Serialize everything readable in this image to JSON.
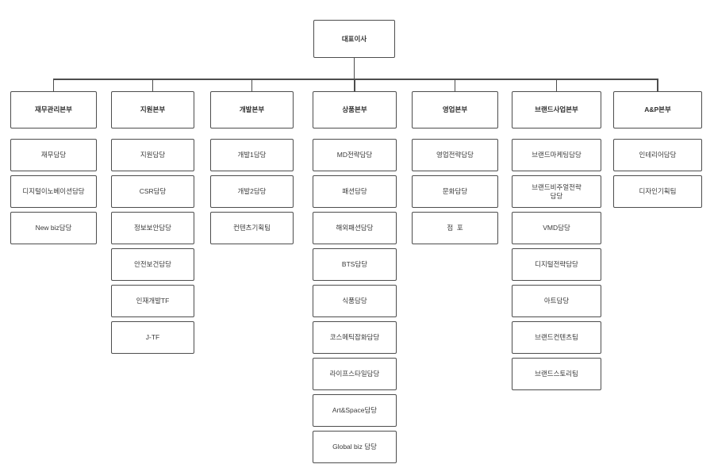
{
  "chart": {
    "type": "org-chart",
    "root": {
      "label": "대표이사"
    },
    "divisions": [
      {
        "label": "재무관리본부",
        "teams": [
          "재무담당",
          "디지털이노베이션담당",
          "New biz담당"
        ]
      },
      {
        "label": "지원본부",
        "teams": [
          "지원담당",
          "CSR담당",
          "정보보안담당",
          "안전보건담당",
          "인재개발TF",
          "J-TF"
        ]
      },
      {
        "label": "개발본부",
        "teams": [
          "개발1담당",
          "개발2담당",
          "컨텐츠기획팀"
        ]
      },
      {
        "label": "상품본부",
        "teams": [
          "MD전략담당",
          "패션담당",
          "해외패션담당",
          "BTS담당",
          "식품담당",
          "코스메틱잡화담당",
          "라이프스타일담당",
          "Art&Space담당",
          "Global biz 담당"
        ]
      },
      {
        "label": "영업본부",
        "teams": [
          "영업전략담당",
          "문화담당",
          "점  포"
        ]
      },
      {
        "label": "브랜드사업본부",
        "teams": [
          "브랜드마케팅담당",
          "브랜드비주얼전략\n담당",
          "VMD담당",
          "디지털전략담당",
          "아트담당",
          "브랜드컨텐츠팀",
          "브랜드스토리팀"
        ]
      },
      {
        "label": "A&P본부",
        "teams": [
          "인테리어담당",
          "디자인기획팀"
        ]
      }
    ],
    "colors": {
      "background": "#ffffff",
      "box_border": "#4d4d4d",
      "connector": "#4d4d4d",
      "text": "#3a3a3a",
      "text_strong": "#303030"
    }
  }
}
